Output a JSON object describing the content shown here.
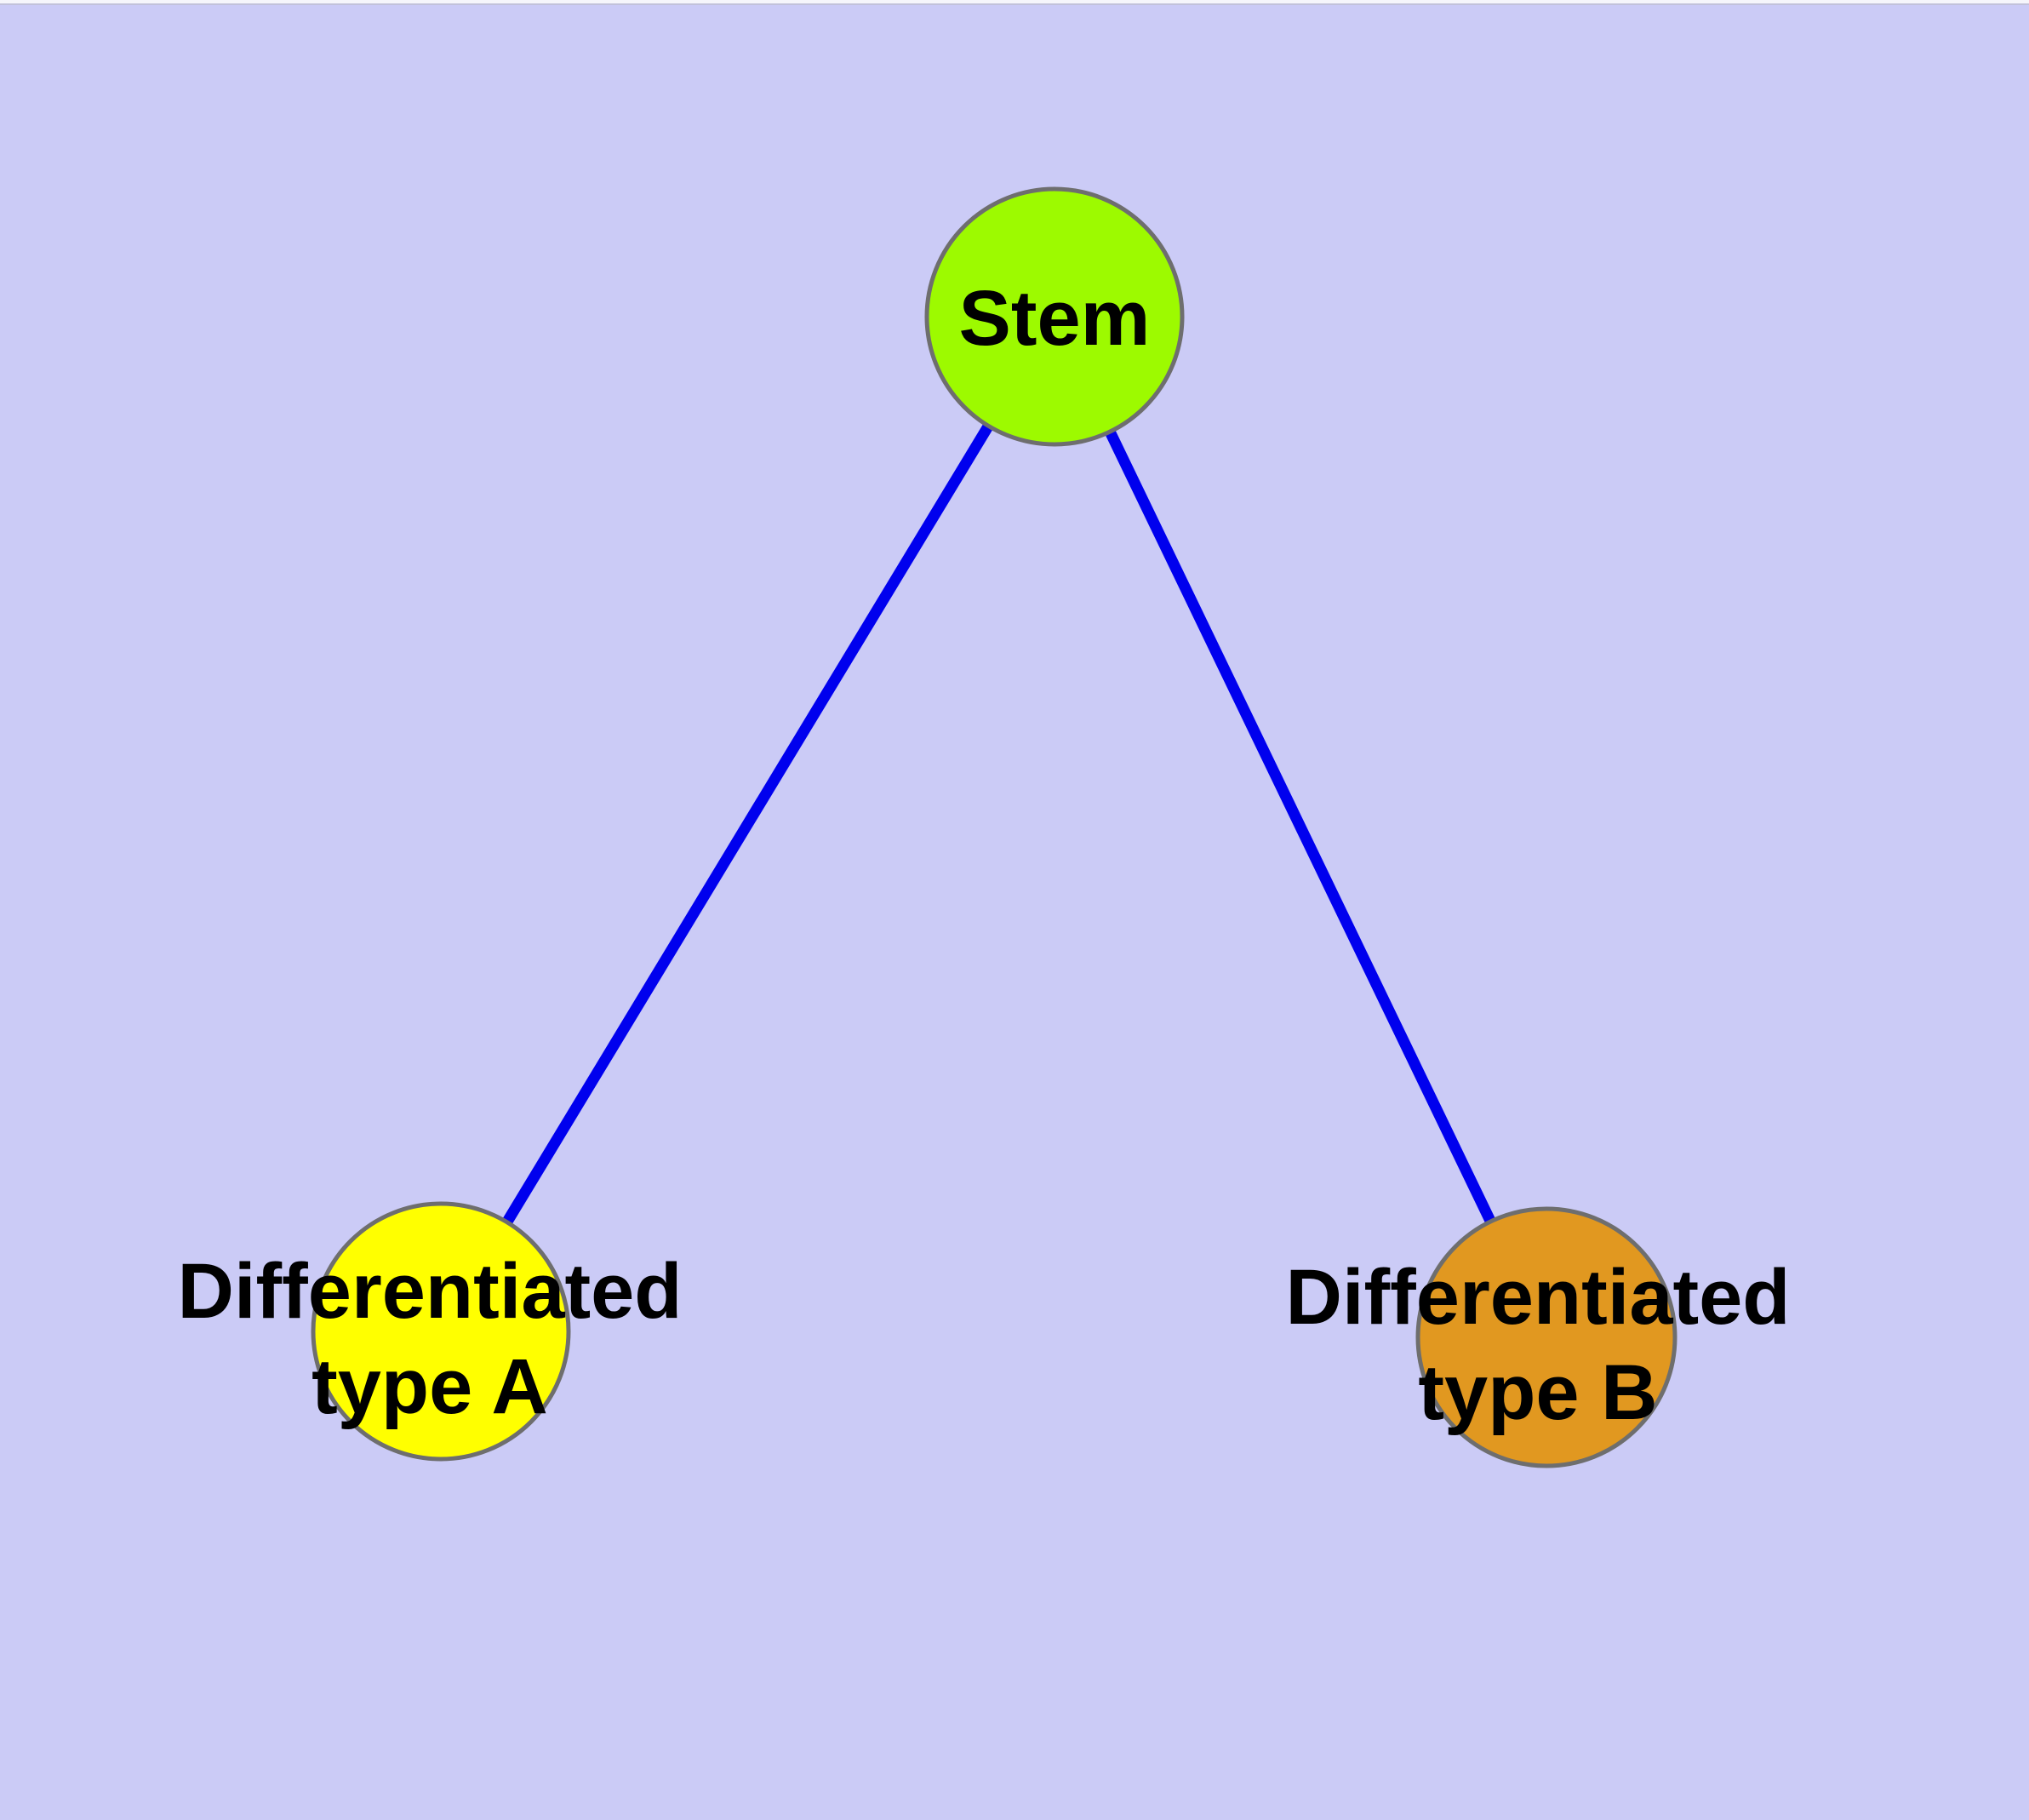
{
  "canvas": {
    "background_color": "#cbcbf6",
    "top_edge_strip_color": "#f6f6fb",
    "top_edge_line_color": "#c2c2da",
    "edge_color": "#0000ee",
    "node_border_color": "#6e6e6e",
    "label_color": "#000000",
    "nodes": [
      {
        "name": "stem",
        "label": "Stem",
        "fill_color": "#9dfa00"
      },
      {
        "name": "differentiated-type-a",
        "label_line1": "Differentiated",
        "label_line2": "type A",
        "fill_color": "#ffff00"
      },
      {
        "name": "differentiated-type-b",
        "label_line1": "Differentiated",
        "label_line2": "type B",
        "fill_color": "#e19820"
      }
    ],
    "edges": [
      {
        "from": "stem",
        "to": "differentiated-type-a"
      },
      {
        "from": "stem",
        "to": "differentiated-type-b"
      }
    ]
  }
}
